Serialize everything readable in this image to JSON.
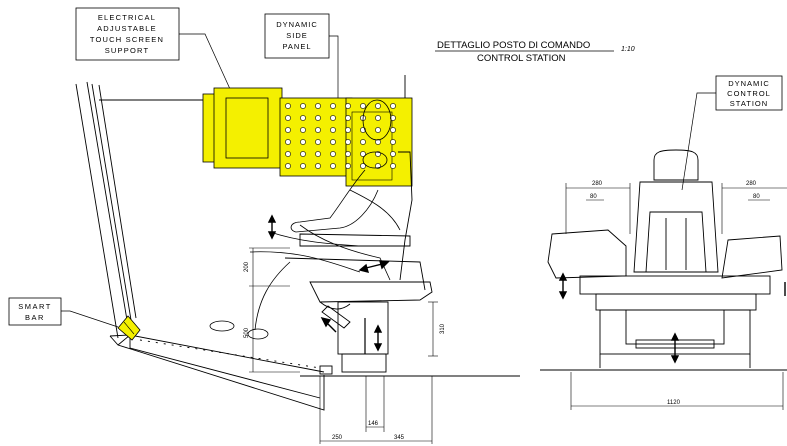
{
  "header": {
    "title_it": "DETTAGLIO POSTO DI COMANDO",
    "title_en": "CONTROL STATION",
    "scale": "1:10"
  },
  "callouts": {
    "touch_screen": [
      "ELECTRICAL",
      "ADJUSTABLE",
      "TOUCH SCREEN",
      "SUPPORT"
    ],
    "side_panel": [
      "DYNAMIC",
      "SIDE",
      "PANEL"
    ],
    "control_station": [
      "DYNAMIC",
      "CONTROL",
      "STATION"
    ],
    "smart_bar": [
      "SMART",
      "BAR"
    ]
  },
  "dimensions": {
    "side_view": {
      "height_200": "200",
      "height_500": "500",
      "height_310": "310",
      "width_146": "146",
      "width_250": "250",
      "width_345": "345"
    },
    "front_view": {
      "left_280": "280",
      "left_80": "80",
      "right_280": "280",
      "right_80": "80",
      "overall_1120": "1120"
    }
  },
  "colors": {
    "highlight": "#f4f000",
    "line": "#000000",
    "background": "#ffffff"
  }
}
